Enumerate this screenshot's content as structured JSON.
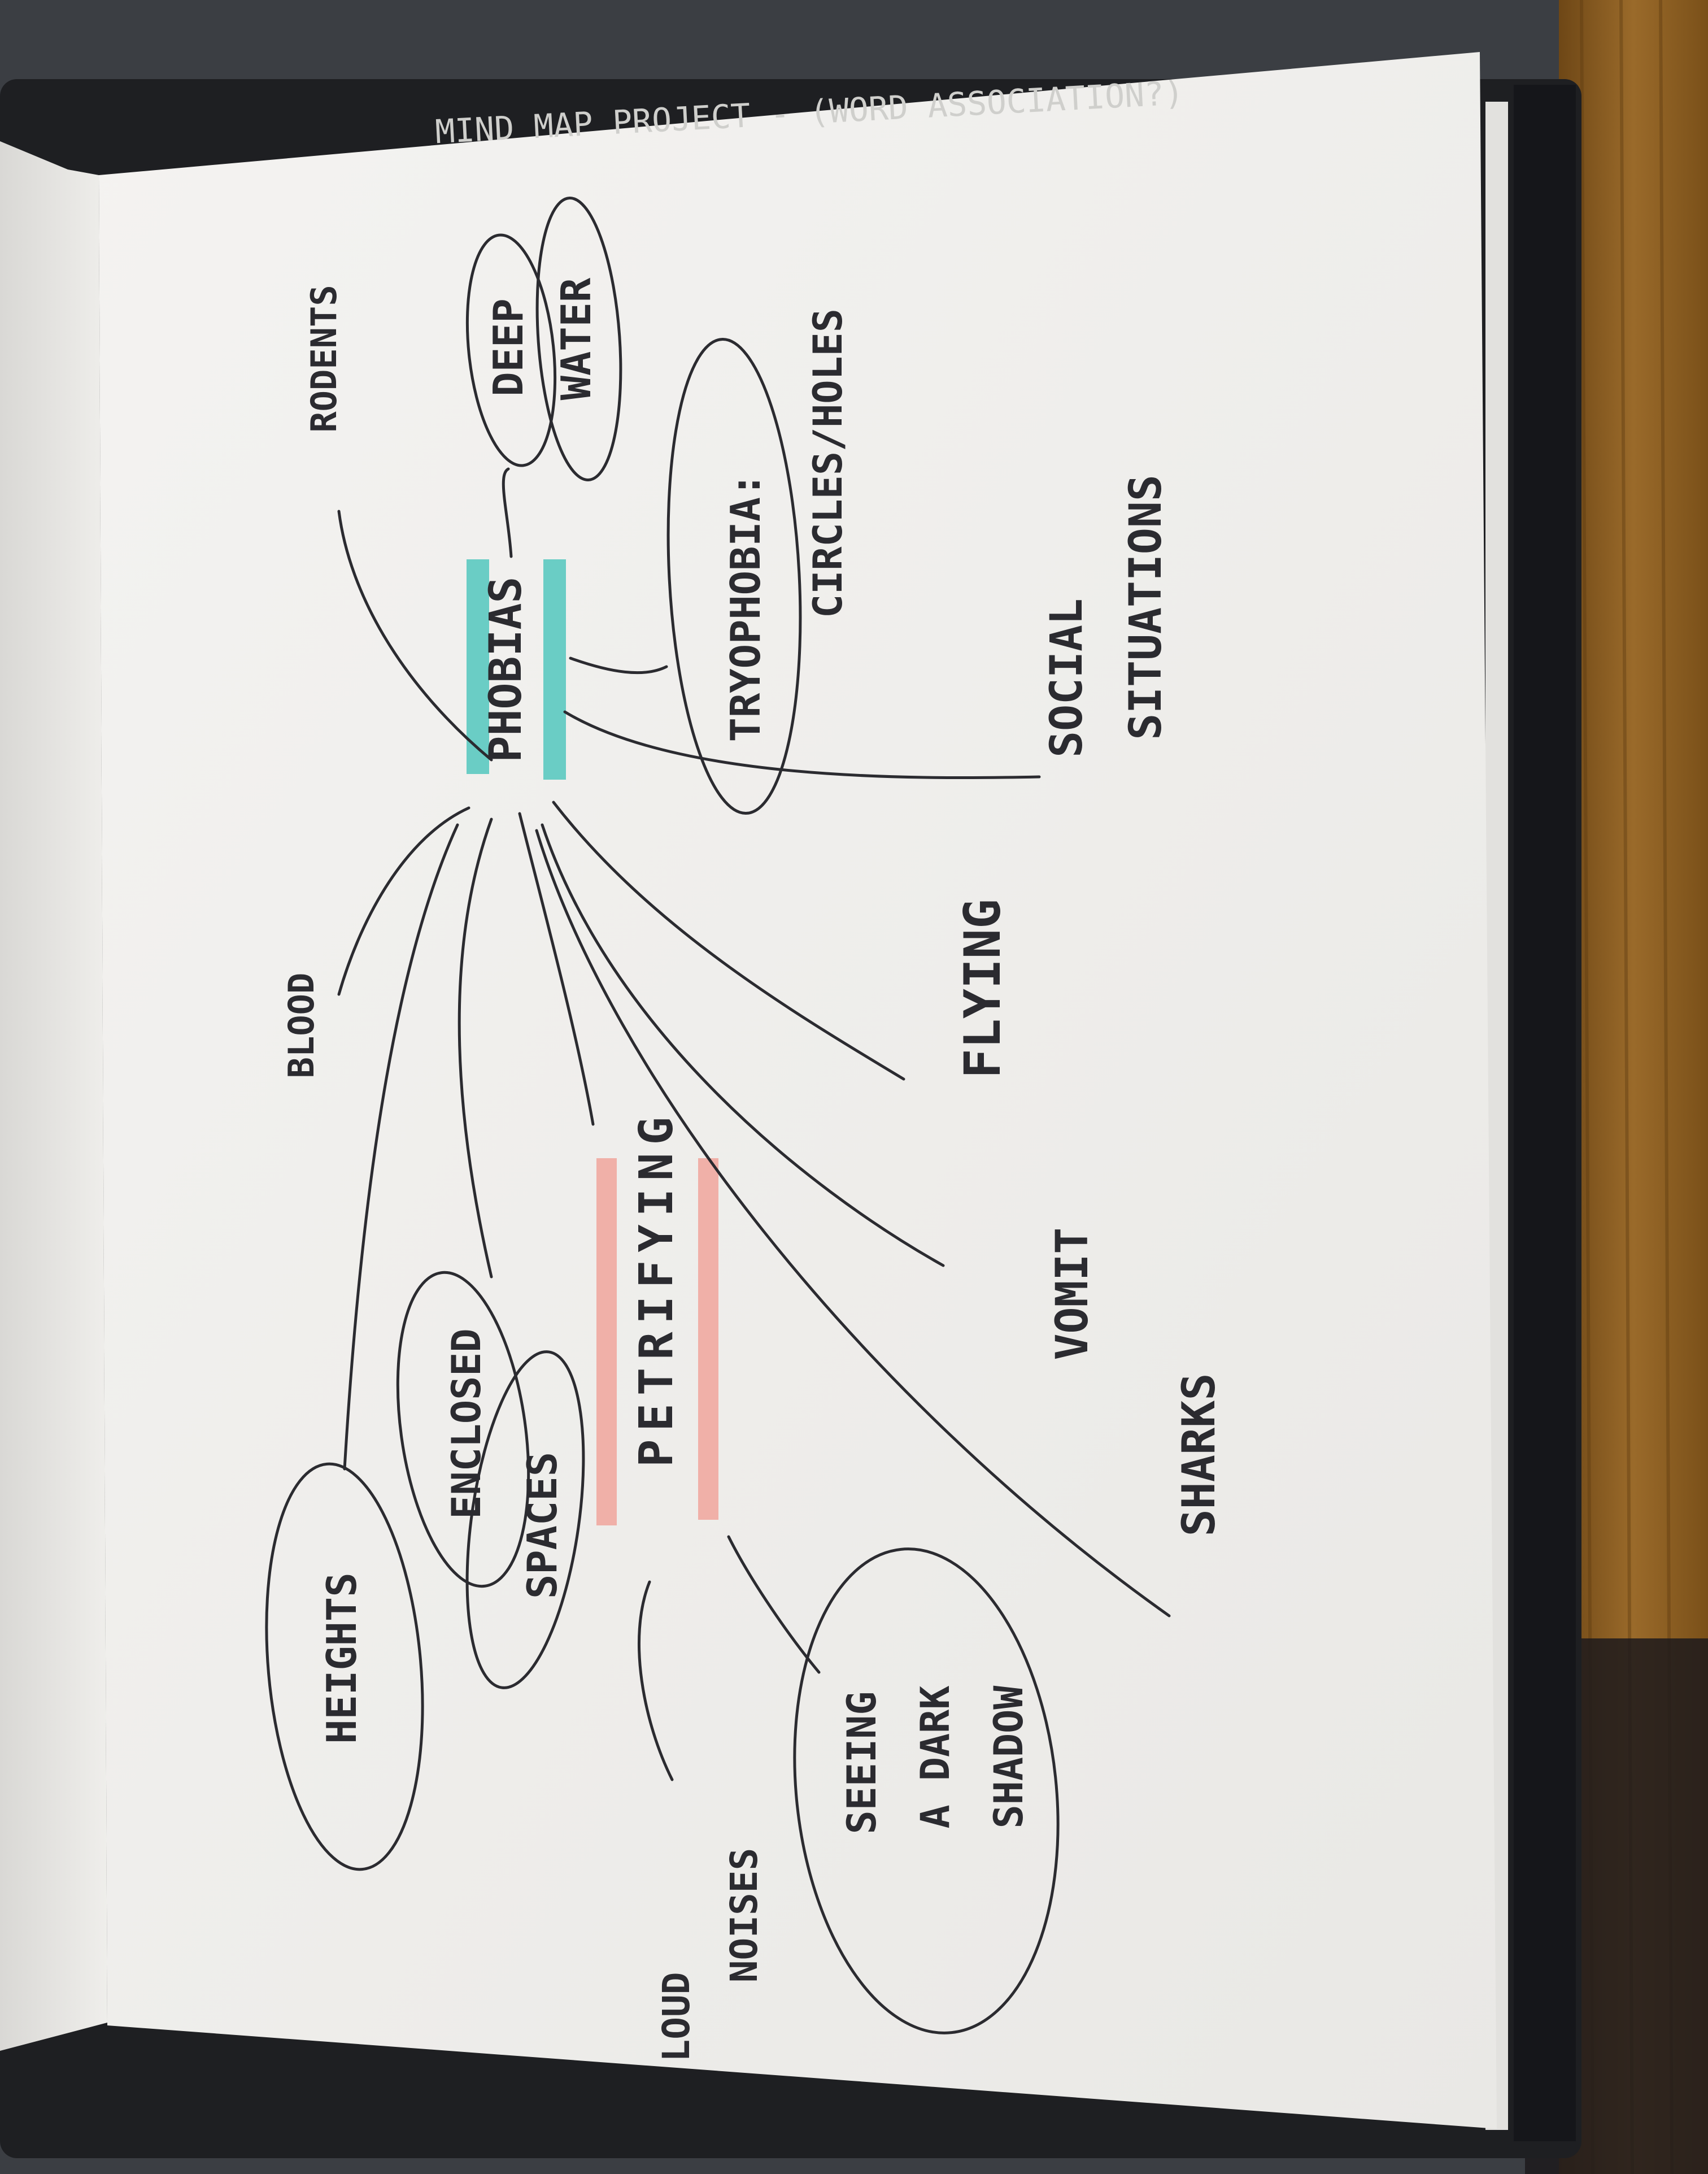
{
  "header_faint": "MIND MAP PROJECT - (WORD ASSOCIATION?)",
  "colors": {
    "ink": "#2b2b30",
    "teal_highlight": "#52c7bd",
    "pink_highlight": "#f0a49c",
    "paper": "#f2f1ef",
    "desk_wood": "#8a5e22"
  },
  "map": {
    "center": "PHOBIAS",
    "branches": {
      "rodents": "RODENTS",
      "deep": "DEEP",
      "water": "WATER",
      "tryophobia": "TRYOPHOBIA:",
      "circles_holes": "CIRCLES/HOLES",
      "social": "SOCIAL",
      "situations": "SITUATIONS",
      "flying": "FLYING",
      "blood": "BLOOD",
      "vomit": "VOMIT",
      "sharks": "SHARKS",
      "heights": "HEIGHTS",
      "enclosed": "ENCLOSED",
      "spaces": "SPACES",
      "petrifying": "PETRIFYING",
      "loud": "LOUD",
      "noises": "NOISES",
      "seeing": "SEEING",
      "a_dark": "A DARK",
      "shadow": "SHADOW"
    }
  }
}
